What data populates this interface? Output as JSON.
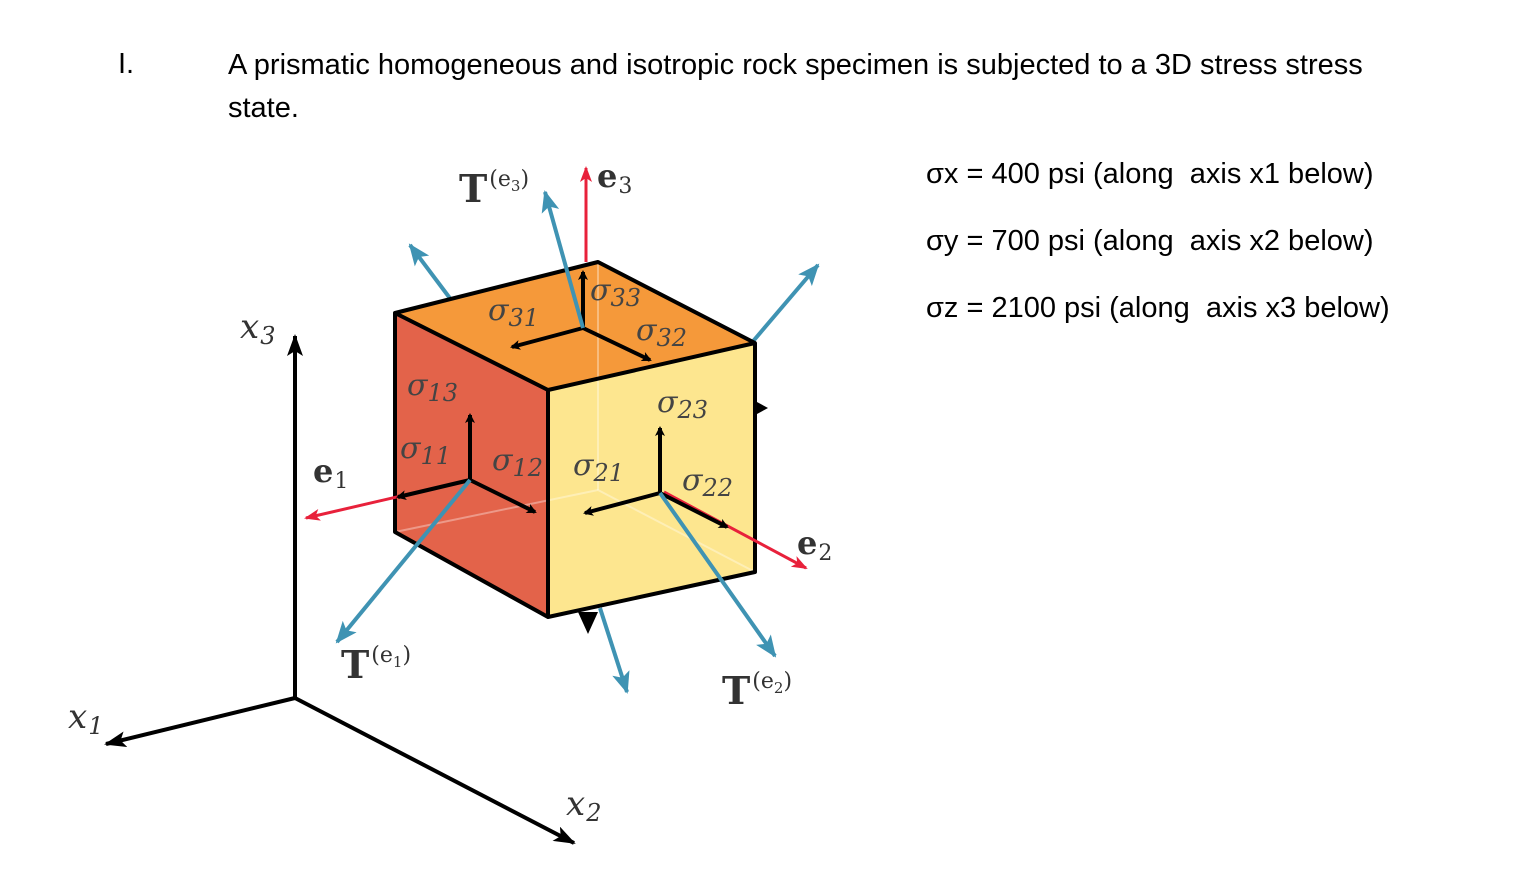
{
  "question": {
    "number": "I.",
    "text": "A prismatic homogeneous and isotropic rock specimen is subjected to a 3D stress stress state."
  },
  "given": [
    "σx = 400 psi (along  axis x1 below)",
    "σy = 700 psi (along  axis x2 below)",
    "σz = 2100 psi (along  axis x3 below)"
  ],
  "figure": {
    "axes": {
      "x1": {
        "var": "x",
        "sub": "1"
      },
      "x2": {
        "var": "x",
        "sub": "2"
      },
      "x3": {
        "var": "x",
        "sub": "3"
      }
    },
    "unit_vectors": {
      "e1": {
        "base": "e",
        "sub": "1"
      },
      "e2": {
        "base": "e",
        "sub": "2"
      },
      "e3": {
        "base": "e",
        "sub": "3"
      }
    },
    "tractions": {
      "T_e1": {
        "base": "T",
        "sup": "(e",
        "sub": "1",
        "close": ")"
      },
      "T_e2": {
        "base": "T",
        "sup": "(e",
        "sub": "2",
        "close": ")"
      },
      "T_e3": {
        "base": "T",
        "sup": "(e",
        "sub": "3",
        "close": ")"
      }
    },
    "stress_components": {
      "s11": {
        "sym": "σ",
        "sub": "11"
      },
      "s12": {
        "sym": "σ",
        "sub": "12"
      },
      "s13": {
        "sym": "σ",
        "sub": "13"
      },
      "s21": {
        "sym": "σ",
        "sub": "21"
      },
      "s22": {
        "sym": "σ",
        "sub": "22"
      },
      "s23": {
        "sym": "σ",
        "sub": "23"
      },
      "s31": {
        "sym": "σ",
        "sub": "31"
      },
      "s32": {
        "sym": "σ",
        "sub": "32"
      },
      "s33": {
        "sym": "σ",
        "sub": "33"
      }
    },
    "colors": {
      "face_left": "#e3634a",
      "face_front": "#fde68f",
      "face_top": "#f5993a",
      "unit_vector": "#e8213b",
      "traction": "#3f93b3",
      "stress_arrow": "#000000"
    }
  }
}
